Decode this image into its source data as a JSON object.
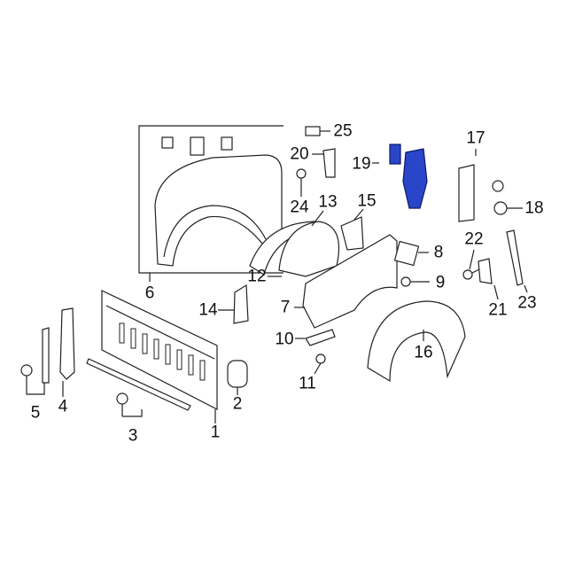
{
  "diagram": {
    "callouts": [
      "1",
      "2",
      "3",
      "4",
      "5",
      "6",
      "7",
      "8",
      "9",
      "10",
      "11",
      "12",
      "13",
      "14",
      "15",
      "16",
      "17",
      "18",
      "19",
      "20",
      "21",
      "22",
      "23",
      "24",
      "25"
    ],
    "highlight_color": "#2a46c8"
  }
}
